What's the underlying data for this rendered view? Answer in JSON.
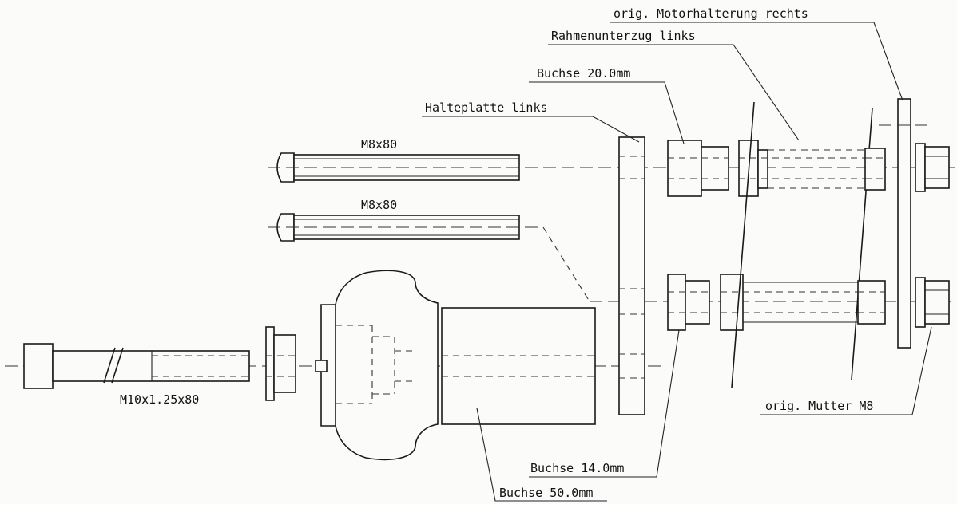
{
  "labels": {
    "bolt_top": "M8x80",
    "bolt_middle": "M8x80",
    "bolt_bottom": "M10x1.25x80",
    "halteplatte": "Halteplatte links",
    "buchse_20": "Buchse 20.0mm",
    "rahmenunterzug": "Rahmenunterzug links",
    "motorhalterung": "orig. Motorhalterung rechts",
    "mutter": "orig. Mutter M8",
    "buchse_14": "Buchse 14.0mm",
    "buchse_50": "Buchse 50.0mm"
  }
}
